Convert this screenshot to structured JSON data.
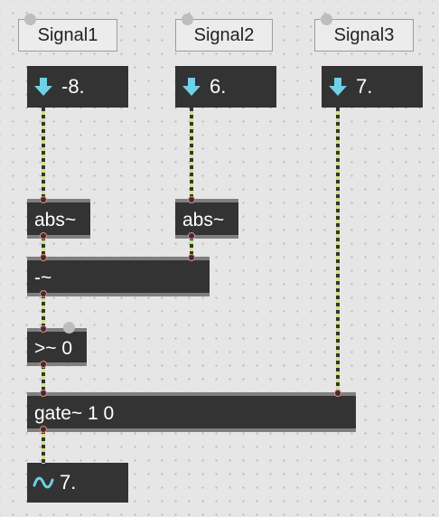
{
  "messages": [
    {
      "label": "Signal1"
    },
    {
      "label": "Signal2"
    },
    {
      "label": "Signal3"
    }
  ],
  "number_boxes": [
    {
      "value": "-8."
    },
    {
      "value": "6."
    },
    {
      "value": "7."
    }
  ],
  "objects": {
    "abs1": "abs~",
    "abs2": "abs~",
    "minus": "-~",
    "gte": ">~ 0",
    "gate": "gate~ 1 0"
  },
  "signal_display": {
    "value": "7."
  },
  "colors": {
    "canvas": "#e6e6e6",
    "object_fill": "#333333",
    "number_arrow": "#6fd0e6",
    "inlet_outline": "#e88a8a",
    "patch_cord_signal": "#cfe08a"
  },
  "icons": {
    "number_arrow": "down-arrow-icon",
    "signal_wave": "tilde-wave-icon"
  }
}
